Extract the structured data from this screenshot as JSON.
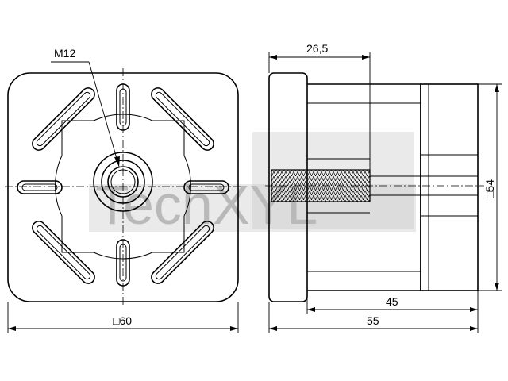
{
  "watermark": {
    "text": "TechXYL"
  },
  "dimensions": {
    "thread": "M12",
    "insert_depth": "26,5",
    "stem_length": "45",
    "overall_length": "55",
    "plate_square": "□60",
    "body_square": "□54"
  },
  "colors": {
    "lines": "#000000",
    "watermark": "#bdbdbd",
    "background": "#ffffff"
  }
}
